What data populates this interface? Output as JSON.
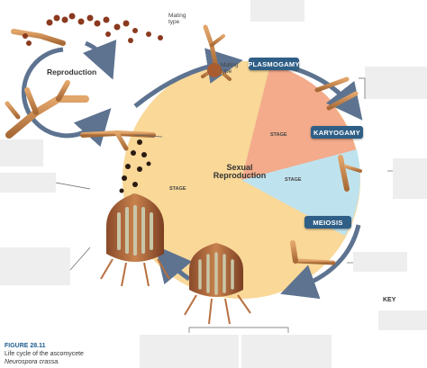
{
  "labels": {
    "reproduction": "Reproduction",
    "sexual_line1": "Sexual",
    "sexual_line2": "Reproduction",
    "mating_type_top": "Mating\ntype",
    "mating_type_mid": "Mating\ntype",
    "plasmogamy": "PLASMOGAMY",
    "karyogamy": "KARYOGAMY",
    "meiosis": "MEIOSIS",
    "stage_pink": "STAGE",
    "stage_blue": "STAGE",
    "stage_left": "STAGE",
    "key": "KEY"
  },
  "caption": {
    "figure": "FIGURE 28.11",
    "line1": "Life cycle of the ascomycete",
    "line2": "Neurospora crassa."
  },
  "colors": {
    "sexual_region": "#f9d898",
    "pink_wedge": "#f2a68a",
    "blue_wedge": "#bfe3ee",
    "arrow": "#5d7390",
    "label_pill": "#2f5f86",
    "hypha": "#c8874f",
    "spore": "#8b3a1f"
  }
}
